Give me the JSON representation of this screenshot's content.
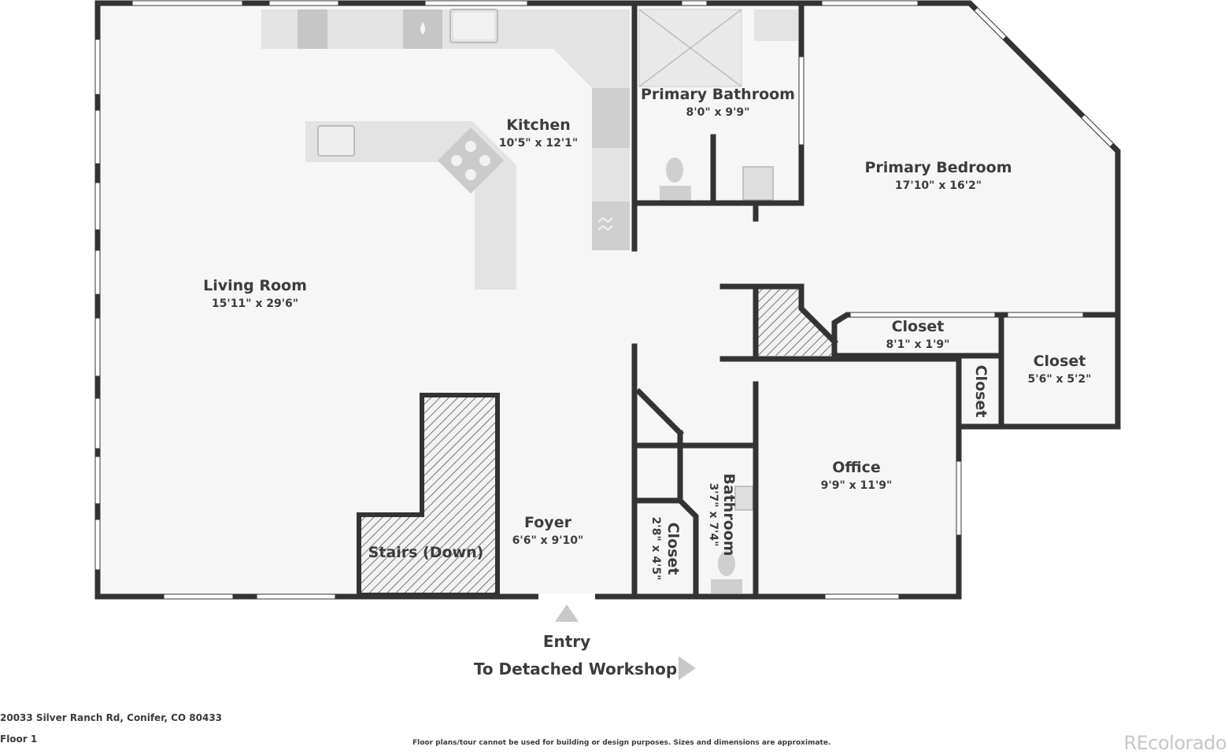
{
  "rooms": {
    "living_room": {
      "name": "Living Room",
      "dims": "15'11\" x 29'6\""
    },
    "kitchen": {
      "name": "Kitchen",
      "dims": "10'5\" x 12'1\""
    },
    "primary_bathroom": {
      "name": "Primary Bathroom",
      "dims": "8'0\" x 9'9\""
    },
    "primary_bedroom": {
      "name": "Primary Bedroom",
      "dims": "17'10\" x 16'2\""
    },
    "closet_a": {
      "name": "Closet",
      "dims": "8'1\" x 1'9\""
    },
    "closet_b": {
      "name": "Closet",
      "dims": "5'6\" x 5'2\""
    },
    "closet_c": {
      "name": "Closet",
      "dims": ""
    },
    "office": {
      "name": "Office",
      "dims": "9'9\" x 11'9\""
    },
    "foyer": {
      "name": "Foyer",
      "dims": "6'6\" x 9'10\""
    },
    "stairs": {
      "name": "Stairs (Down)",
      "dims": ""
    },
    "bathroom": {
      "name": "Bathroom",
      "dims": "3'7\" x 7'4\""
    },
    "closet_d": {
      "name": "Closet",
      "dims": "2'8\" x 4'5\""
    }
  },
  "entry_label": "Entry",
  "workshop_label": "To Detached Workshop",
  "footer": {
    "address": "20033 Silver Ranch Rd, Conifer, CO 80433",
    "floor": "Floor 1",
    "disclaimer": "Floor plans/tour cannot be used for building or design purposes. Sizes and dimensions are approximate.",
    "brand": "REcolorado"
  },
  "colors": {
    "wall": "#333333",
    "floor": "#f6f6f6",
    "fixture": "#e2e2e2",
    "appliance": "#c9c9c9",
    "text": "#3c3c3c",
    "brand": "#c7c7c7"
  }
}
